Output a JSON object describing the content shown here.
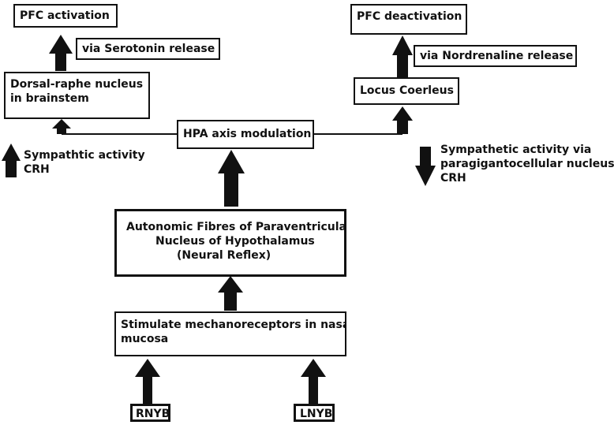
{
  "nodes": {
    "pfc_activation": "PFC activation",
    "serotonin_label": "via Serotonin release",
    "dorsal_raphe": [
      "Dorsal-raphe nucleus",
      "in brainstem"
    ],
    "pfc_deactivation": "PFC deactivation",
    "nordrenaline_label": "via Nordrenaline release",
    "locus_coerleus": "Locus Coerleus",
    "hpa_axis": "HPA axis modulation",
    "autonomic_fibres": [
      "Autonomic Fibres of Paraventricular",
      "Nucleus of Hypothalamus",
      "(Neural Reflex)"
    ],
    "mechanoreceptors": [
      "Stimulate mechanoreceptors in nasal",
      "mucosa"
    ],
    "rnyb": "RNYB",
    "lnyb": "LNYB"
  },
  "notes": {
    "sympathetic_up": [
      "Sympathtic activity",
      "CRH"
    ],
    "sympathetic_down": [
      "Sympathetic activity via",
      "paragigantocellular nucleus",
      "CRH"
    ]
  },
  "colors": {
    "ink": "#111111",
    "background": "#ffffff"
  }
}
